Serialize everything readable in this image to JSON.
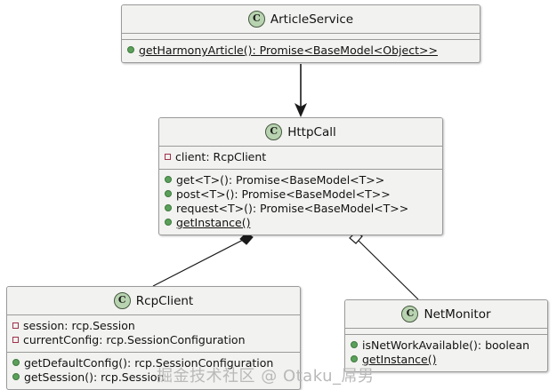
{
  "diagram": {
    "type": "uml-class-diagram",
    "background": "#ffffff",
    "box_fill": "#f2f2f0",
    "box_border": "#9a9a9a",
    "class_icon_fill": "#b8d3b0",
    "private_marker_color": "#a0304a",
    "public_marker_color": "#5aa05a",
    "class_icon_letter": "C"
  },
  "classes": {
    "article_service": {
      "name": "ArticleService",
      "fields": [],
      "methods": [
        {
          "text": "getHarmonyArticle(): Promise<BaseModel<Object>>",
          "visibility": "public",
          "static": true
        }
      ]
    },
    "http_call": {
      "name": "HttpCall",
      "fields": [
        {
          "text": "client: RcpClient",
          "visibility": "private",
          "static": false
        }
      ],
      "methods": [
        {
          "text": "get<T>(): Promise<BaseModel<T>>",
          "visibility": "public",
          "static": false
        },
        {
          "text": "post<T>(): Promise<BaseModel<T>>",
          "visibility": "public",
          "static": false
        },
        {
          "text": "request<T>(): Promise<BaseModel<T>>",
          "visibility": "public",
          "static": false
        },
        {
          "text": "getInstance()",
          "visibility": "public",
          "static": true
        }
      ]
    },
    "rcp_client": {
      "name": "RcpClient",
      "fields": [
        {
          "text": "session: rcp.Session",
          "visibility": "private",
          "static": false
        },
        {
          "text": "currentConfig: rcp.SessionConfiguration",
          "visibility": "private",
          "static": false
        }
      ],
      "methods": [
        {
          "text": "getDefaultConfig(): rcp.SessionConfiguration",
          "visibility": "public",
          "static": false
        },
        {
          "text": "getSession(): rcp.Session",
          "visibility": "public",
          "static": false
        }
      ]
    },
    "net_monitor": {
      "name": "NetMonitor",
      "fields": [],
      "methods": [
        {
          "text": "isNetWorkAvailable(): boolean",
          "visibility": "public",
          "static": false
        },
        {
          "text": "getInstance()",
          "visibility": "public",
          "static": true
        }
      ]
    }
  },
  "relations": [
    {
      "from": "ArticleService",
      "to": "HttpCall",
      "kind": "dependency-arrow"
    },
    {
      "from": "HttpCall",
      "to": "RcpClient",
      "kind": "composition-filled-diamond"
    },
    {
      "from": "HttpCall",
      "to": "NetMonitor",
      "kind": "aggregation-hollow-diamond"
    }
  ],
  "watermark": {
    "text": "掘金技术社区 @ Otaku_屌男"
  }
}
